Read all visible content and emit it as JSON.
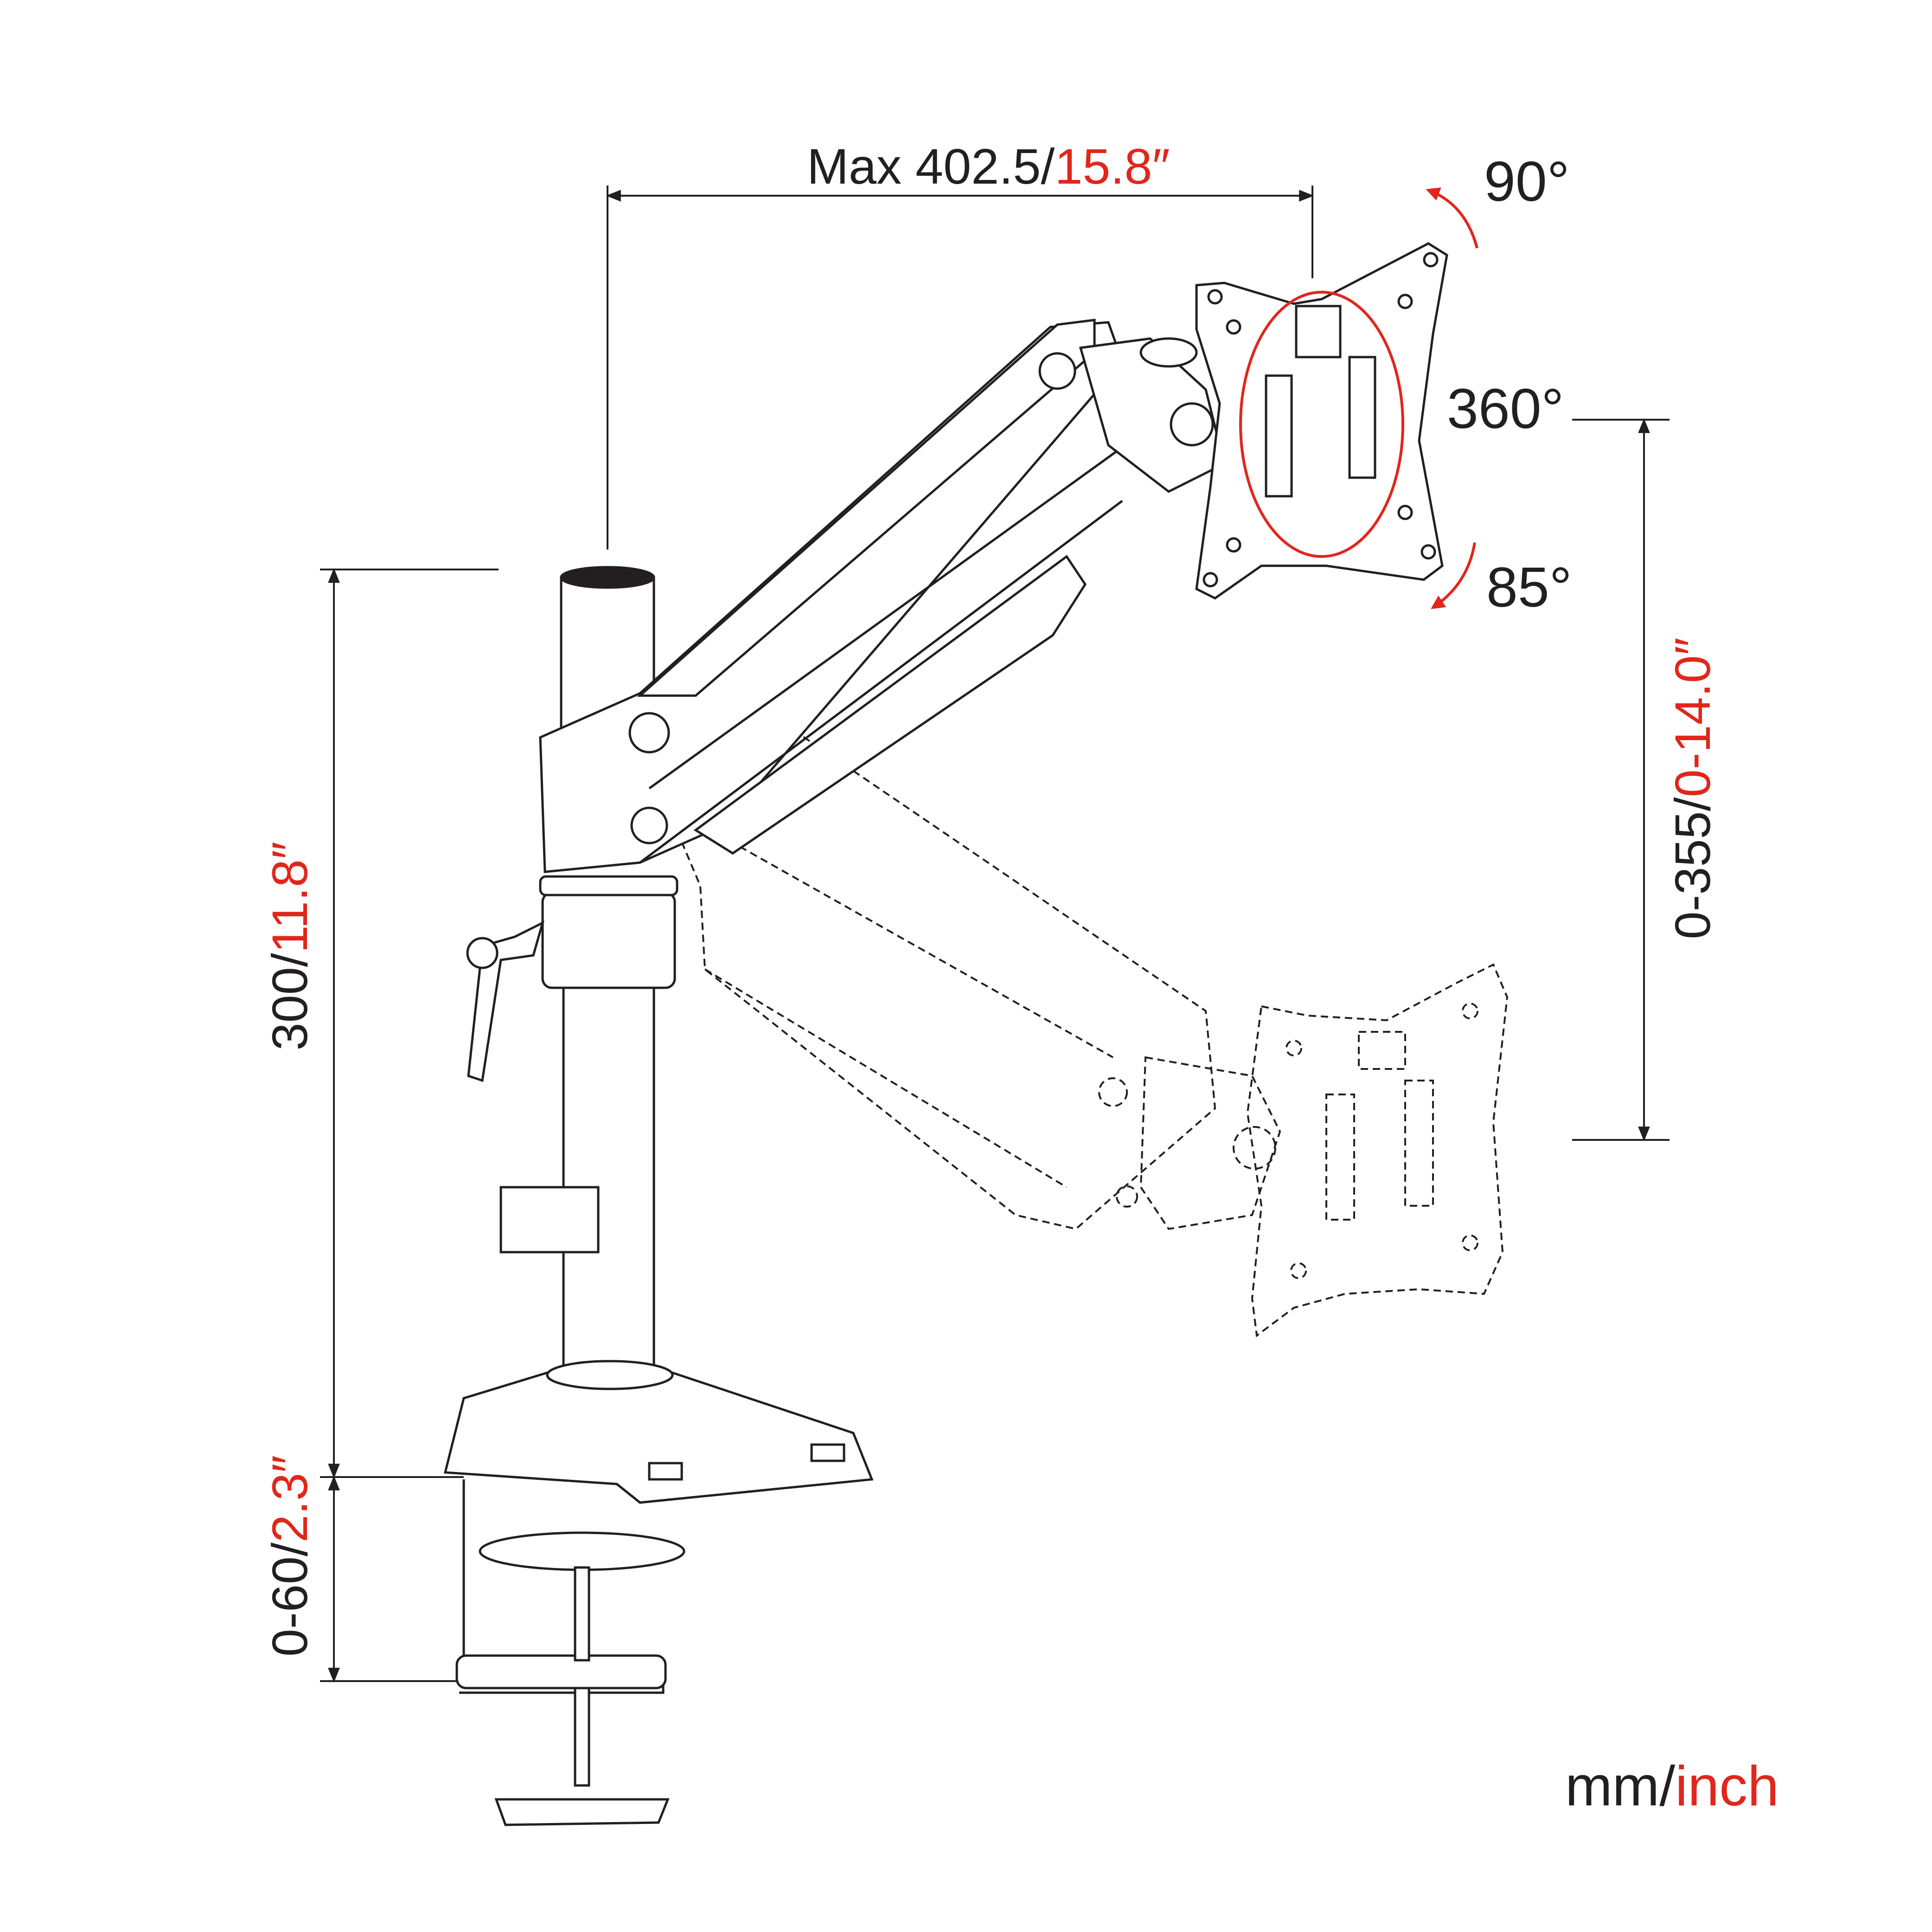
{
  "dimensions": {
    "max_extension": {
      "mm": "Max 402.5/",
      "inch": "15.8″"
    },
    "pole_height": {
      "mm": "300/",
      "inch": "11.8″"
    },
    "clamp_range": {
      "mm": "0-60/",
      "inch": "2.3″"
    },
    "height_range": {
      "mm": "0-355/",
      "inch": "0-14.0″"
    }
  },
  "angles": {
    "tilt_up": "90°",
    "rotation": "360°",
    "tilt_down": "85°"
  },
  "units": {
    "mm": "mm/",
    "inch": "inch"
  },
  "colors": {
    "line": "#231f20",
    "accent": "#e1261c"
  }
}
